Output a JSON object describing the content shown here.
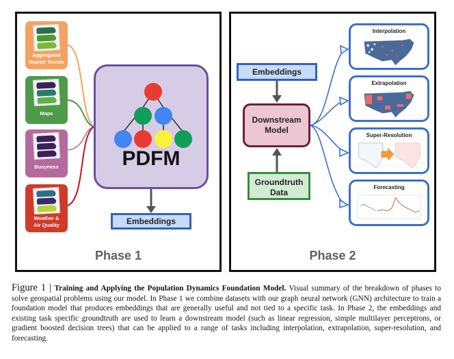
{
  "phase1": {
    "label": "Phase 1",
    "sources": [
      {
        "label_line1": "Aggregated",
        "label_line2": "Search Trends",
        "color": "#f4a261",
        "thumb_colors": [
          "#2c6e49",
          "#4c9a2a",
          "#79b83a"
        ]
      },
      {
        "label_line1": "",
        "label_line2": "Maps",
        "color": "#4d9a4a",
        "thumb_colors": [
          "#3b1f5a",
          "#2a7a6a",
          "#5fb24a"
        ]
      },
      {
        "label_line1": "",
        "label_line2": "Busyness",
        "color": "#b56a9d",
        "thumb_colors": [
          "#3b1f5a",
          "#3b1f5a",
          "#3b1f5a"
        ]
      },
      {
        "label_line1": "Weather &",
        "label_line2": "Air Quality",
        "color": "#cf3a2b",
        "thumb_colors": [
          "#2a6e8a",
          "#3b2a6a",
          "#b8d432"
        ]
      }
    ],
    "model": {
      "title": "PDFM",
      "node_colors": {
        "red": "#ea3b33",
        "green": "#0f9d58",
        "blue": "#4285f4",
        "yellow": "#fbf23b"
      }
    },
    "output_label": "Embeddings"
  },
  "phase2": {
    "label": "Phase 2",
    "embeddings_label": "Embeddings",
    "downstream_line1": "Downstream",
    "downstream_line2": "Model",
    "groundtruth_line1": "Groundtruth",
    "groundtruth_line2": "Data",
    "tasks": [
      {
        "title": "Interpolation"
      },
      {
        "title": "Extrapolation"
      },
      {
        "title": "Super-Resolution"
      },
      {
        "title": "Forecasting"
      }
    ]
  },
  "caption": {
    "figure": "Figure 1 |",
    "bold_title": "Training and Applying the Population Dynamics Foundation Model.",
    "body": "Visual summary of the breakdown of phases to solve geospatial problems using our model. In Phase 1 we combine datasets with our graph neural network (GNN) architecture to train a foundation model that produces embeddings that are generally useful and not tied to a specific task. In Phase 2, the embeddings and existing task specific groundtruth are used to learn a downstream model (such as linear regression, simple multilayer perceptrons, or gradient boosted decision trees) that can be applied to a range of tasks including interpolation, extrapolation, super-resolution, and forecasting."
  },
  "colors": {
    "phase_label": "#5f5f5f",
    "pdfm_fill": "#d7cce6",
    "pdfm_border": "#6a4fa3",
    "embeddings_fill": "#c6dbf6",
    "embeddings_border": "#2f62c4",
    "downstream_fill": "#ecc6d2",
    "downstream_border": "#6a1e3c",
    "groundtruth_fill": "#d2ecd3",
    "groundtruth_border": "#3b8a3f",
    "task_border": "#3a6fcf"
  }
}
